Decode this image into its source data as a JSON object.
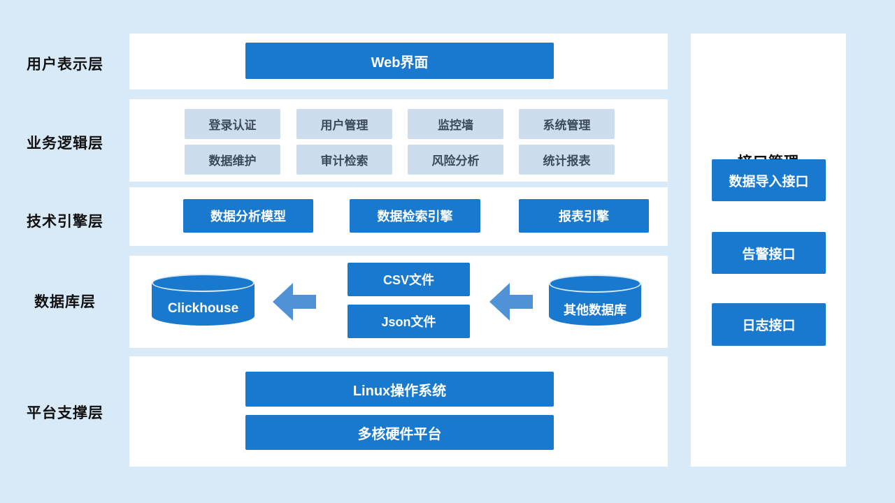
{
  "colors": {
    "background": "#d8e9f8",
    "panel": "#ffffff",
    "accent_blue": "#1979cf",
    "arrow_blue": "#4f93d6",
    "light_box": "#cdddee",
    "light_box_text": "#3c4b5c",
    "label_text": "#111111"
  },
  "layer_labels": {
    "presentation": "用户表示层",
    "business": "业务逻辑层",
    "engine": "技术引擎层",
    "database": "数据库层",
    "platform": "平台支撑层"
  },
  "presentation": {
    "web_ui": "Web界面"
  },
  "business": {
    "items": [
      "登录认证",
      "用户管理",
      "监控墙",
      "系统管理",
      "数据维护",
      "审计检索",
      "风险分析",
      "统计报表"
    ]
  },
  "engine": {
    "items": [
      "数据分析模型",
      "数据检索引擎",
      "报表引擎"
    ]
  },
  "database": {
    "clickhouse": "Clickhouse",
    "csv_file": "CSV文件",
    "json_file": "Json文件",
    "other_db": "其他数据库"
  },
  "platform": {
    "os": "Linux操作系统",
    "hardware": "多核硬件平台"
  },
  "interface_panel": {
    "title": "接口管理",
    "items": [
      "数据导入接口",
      "告警接口",
      "日志接口"
    ]
  }
}
